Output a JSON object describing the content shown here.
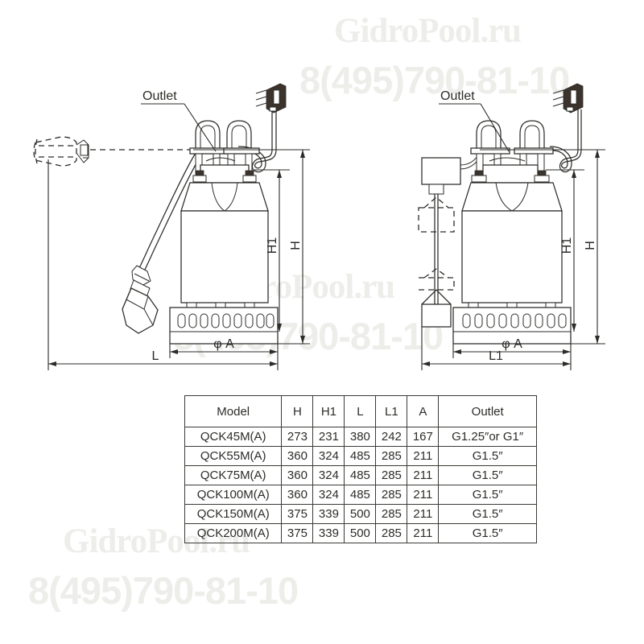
{
  "watermark": {
    "brand": "GidroPool.ru",
    "phone": "8(495)790-81-10"
  },
  "diagram": {
    "left_view": {
      "name": "submersible-pump-with-tethered-float-switch",
      "outlet_label": "Outlet",
      "dimensions": {
        "height_total": "H",
        "height_body": "H1",
        "diameter": "φ A",
        "length": "L"
      }
    },
    "right_view": {
      "name": "submersible-pump-with-vertical-rod-float-switch",
      "outlet_label": "Outlet",
      "dimensions": {
        "height_total": "H",
        "height_body": "H1",
        "diameter": "φ A",
        "length": "L1"
      }
    }
  },
  "spec_table": {
    "headers": [
      "Model",
      "H",
      "H1",
      "L",
      "L1",
      "A",
      "Outlet"
    ],
    "rows": [
      {
        "model": "QCK45M(A)",
        "H": "273",
        "H1": "231",
        "L": "380",
        "L1": "242",
        "A": "167",
        "outlet": "G1.25″or  G1″"
      },
      {
        "model": "QCK55M(A)",
        "H": "360",
        "H1": "324",
        "L": "485",
        "L1": "285",
        "A": "211",
        "outlet": "G1.5″"
      },
      {
        "model": "QCK75M(A)",
        "H": "360",
        "H1": "324",
        "L": "485",
        "L1": "285",
        "A": "211",
        "outlet": "G1.5″"
      },
      {
        "model": "QCK100M(A)",
        "H": "360",
        "H1": "324",
        "L": "485",
        "L1": "285",
        "A": "211",
        "outlet": "G1.5″"
      },
      {
        "model": "QCK150M(A)",
        "H": "375",
        "H1": "339",
        "L": "500",
        "L1": "285",
        "A": "211",
        "outlet": "G1.5″"
      },
      {
        "model": "QCK200M(A)",
        "H": "375",
        "H1": "339",
        "L": "500",
        "L1": "285",
        "A": "211",
        "outlet": "G1.5″"
      }
    ]
  },
  "colors": {
    "line": "#2b2b28",
    "watermark": "#ededea",
    "plug_body": "#3b332c",
    "background": "#ffffff"
  }
}
